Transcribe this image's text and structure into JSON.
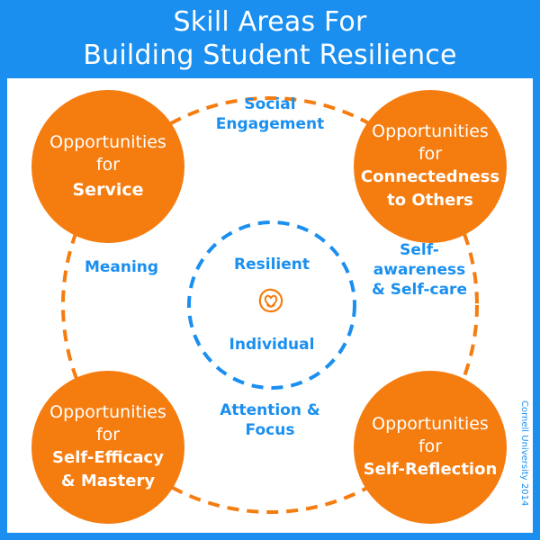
{
  "header": {
    "title_line1": "Skill Areas For",
    "title_line2": "Building Student Resilience"
  },
  "colors": {
    "brand_blue": "#1a8ff0",
    "orange": "#f57c0f",
    "panel_bg": "#ffffff"
  },
  "opportunities": [
    {
      "prefix_line1": "Opportunities",
      "prefix_line2": "for",
      "focus_line1": "Service",
      "focus_line2": ""
    },
    {
      "prefix_line1": "Opportunities",
      "prefix_line2": "for",
      "focus_line1": "Connectedness",
      "focus_line2": "to Others"
    },
    {
      "prefix_line1": "Opportunities",
      "prefix_line2": "for",
      "focus_line1": "Self-Efficacy",
      "focus_line2": "& Mastery"
    },
    {
      "prefix_line1": "Opportunities",
      "prefix_line2": "for",
      "focus_line1": "Self-Reflection",
      "focus_line2": ""
    }
  ],
  "skills": {
    "social_engagement": {
      "line1": "Social",
      "line2": "Engagement"
    },
    "meaning": {
      "line1": "Meaning"
    },
    "self_awareness": {
      "line1": "Self-",
      "line2": "awareness",
      "line3": "& Self-care"
    },
    "attention_focus": {
      "line1": "Attention &",
      "line2": "Focus"
    }
  },
  "center": {
    "line1": "Resilient",
    "line2": "Individual",
    "icon": "heart-swirl-icon"
  },
  "credit": "Cornell University 2014"
}
